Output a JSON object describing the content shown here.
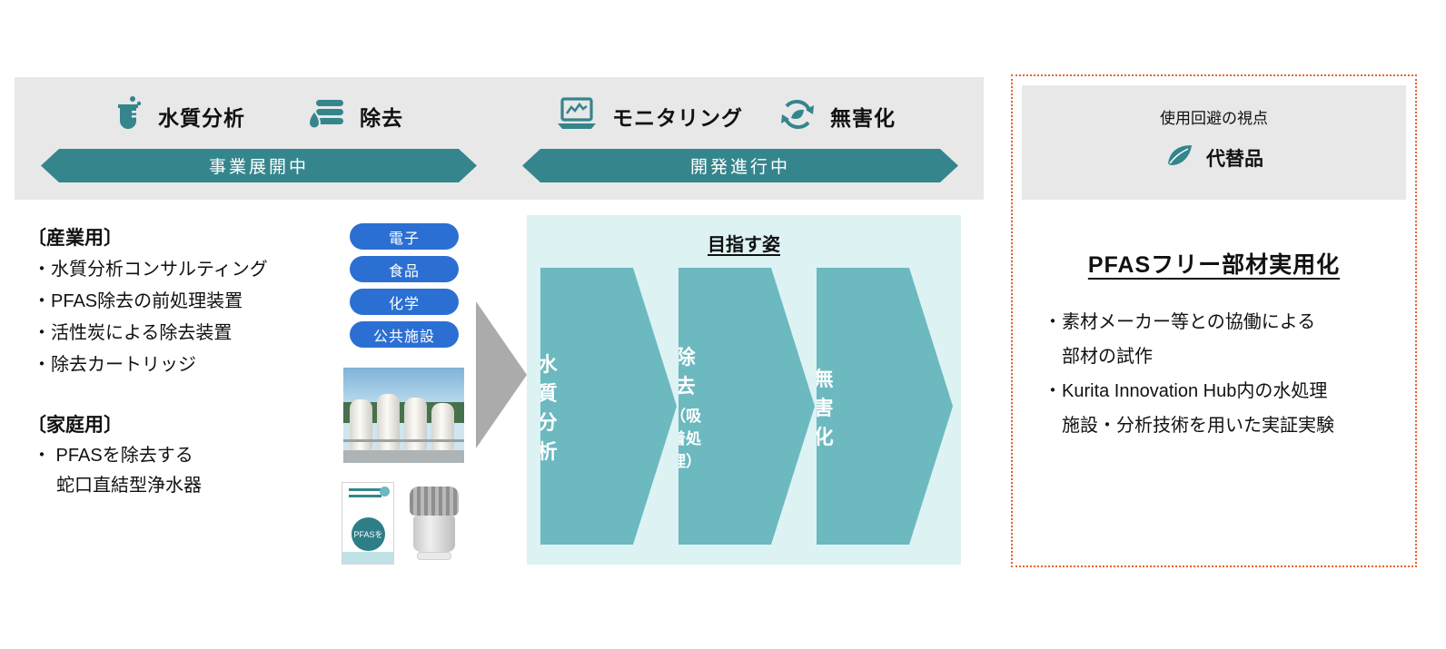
{
  "colors": {
    "teal_dark": "#35858D",
    "teal_mid": "#6CB9C0",
    "teal_light": "#DCF2F3",
    "blue_pill": "#2B6FD3",
    "orange_border": "#E8622D",
    "gray_band": "#E8E8E8",
    "gray_arrow": "#ABABAB"
  },
  "top_band": {
    "item1": {
      "label": "水質分析",
      "icon": "beaker-icon"
    },
    "item2": {
      "label": "除去",
      "icon": "filter-droplet-icon"
    },
    "item3": {
      "label": "モニタリング",
      "icon": "laptop-monitor-icon"
    },
    "item4": {
      "label": "無害化",
      "icon": "recycle-leaf-icon"
    },
    "banner_business": "事業展開中",
    "banner_development": "開発進行中"
  },
  "left_column": {
    "industrial_heading": "〔産業用〕",
    "industrial_items": [
      "・水質分析コンサルティング",
      "・PFAS除去の前処理装置",
      "・活性炭による除去装置",
      "・除去カートリッジ"
    ],
    "household_heading": "〔家庭用〕",
    "household_lines": [
      "・ PFASを除去する",
      "蛇口直結型浄水器"
    ],
    "industry_tags": [
      "電子",
      "食品",
      "化学",
      "公共施設"
    ],
    "package_text": "PFASを"
  },
  "center_panel": {
    "title": "目指す姿",
    "steps": [
      {
        "label": "水質分析",
        "sublabel": ""
      },
      {
        "label": "除去",
        "sublabel": "（吸着処理）"
      },
      {
        "label": "無害化",
        "sublabel": ""
      }
    ]
  },
  "right_panel": {
    "header": "使用回避の視点",
    "category": "代替品",
    "category_icon": "leaf-icon",
    "title": "PFASフリー部材実用化",
    "bullet_lines": [
      "・素材メーカー等との協働による",
      "部材の試作",
      "・Kurita Innovation Hub内の水処理",
      "施設・分析技術を用いた実証実験"
    ]
  }
}
